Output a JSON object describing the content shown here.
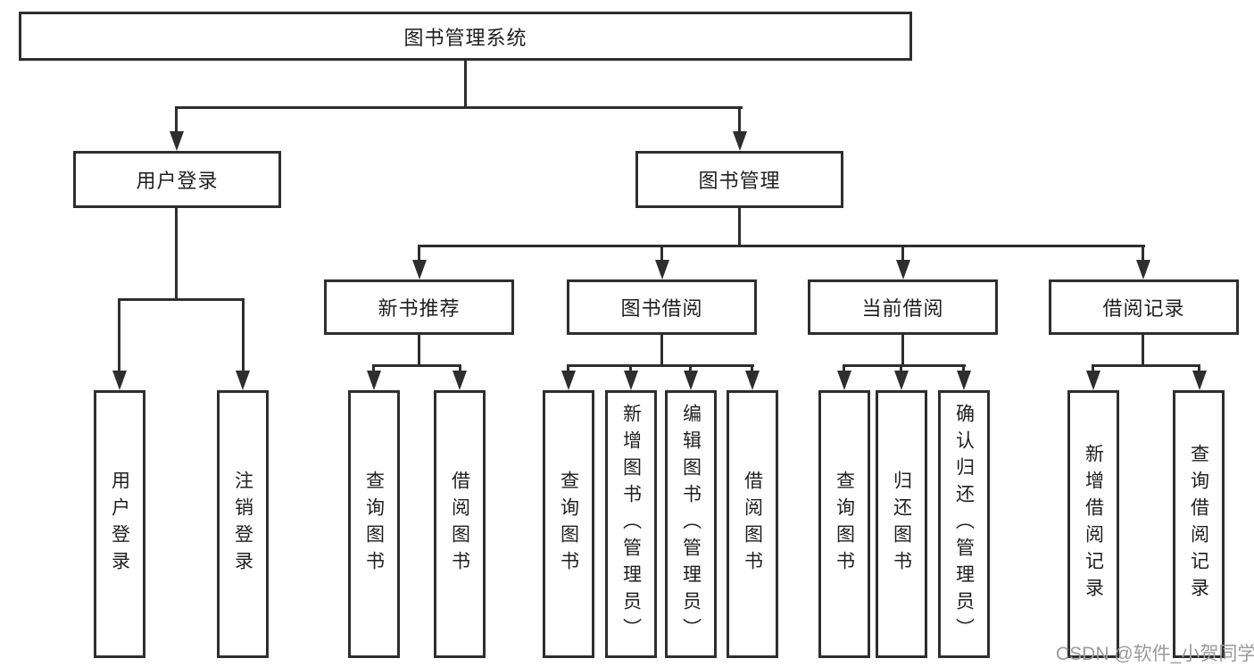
{
  "diagram": {
    "root": {
      "label": "图书管理系统"
    },
    "level2": [
      {
        "label": "用户登录"
      },
      {
        "label": "图书管理"
      }
    ],
    "level3": [
      {
        "label": "新书推荐"
      },
      {
        "label": "图书借阅"
      },
      {
        "label": "当前借阅"
      },
      {
        "label": "借阅记录"
      }
    ],
    "leaves": {
      "user_login": [
        "用户登录",
        "注销登录"
      ],
      "new_book": [
        "查询图书",
        "借阅图书"
      ],
      "book_borrow": [
        "查询图书",
        "新增图书（管理员）",
        "编辑图书（管理员）",
        "借阅图书"
      ],
      "current_borrow": [
        "查询图书",
        "归还图书",
        "确认归还（管理员）"
      ],
      "borrow_record": [
        "新增借阅记录",
        "查询借阅记录"
      ]
    }
  },
  "watermark": {
    "text": "CSDN @软件_小贺同学"
  },
  "colors": {
    "border": "#2e2e2e",
    "line": "#2e2e2e",
    "text": "#1f1f1f",
    "watermark": "#9a9a9a",
    "background": "#ffffff"
  }
}
